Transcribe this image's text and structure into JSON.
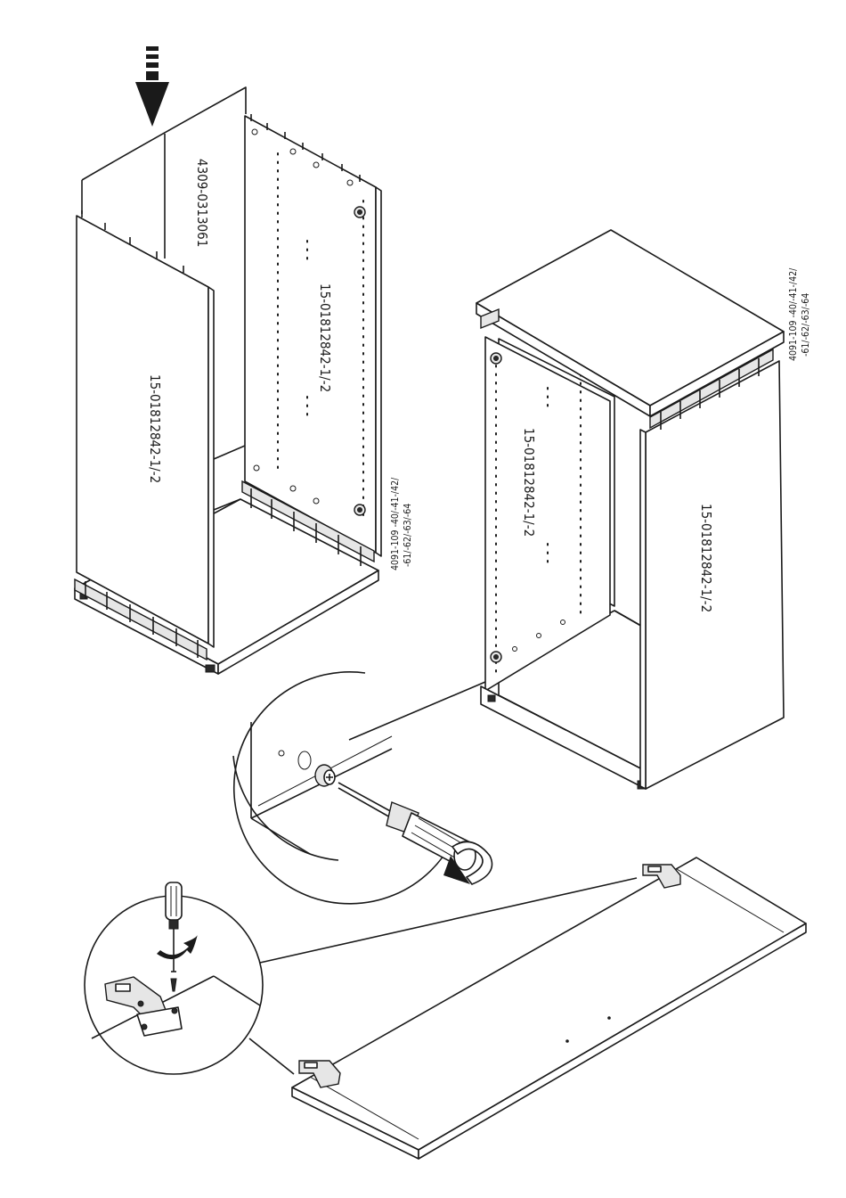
{
  "labels": {
    "back_panel": "4309-0313061",
    "side_panel_left_front": "15-01812842-1/-2",
    "side_panel_left_rear": "15-01812842-1/-2",
    "side_panel_right_rear": "15-01812842-1/-2",
    "side_panel_right_front": "15-01812842-1/-2",
    "fitting_left_line1": "4091-109 -40/-41-/42/",
    "fitting_left_line2": "-61/-62/-63/-64",
    "fitting_right_line1": "4091-109 -40/-41-/42/",
    "fitting_right_line2": "-61/-62/-63/-64"
  },
  "icons": [
    "down-arrow-icon",
    "screwdriver-icon",
    "rotation-arrow-icon",
    "cam-bolt-icon",
    "hinge-icon"
  ],
  "colors": {
    "line": "#1a1a1a",
    "fill": "#ffffff",
    "shade": "#e6e6e6"
  }
}
